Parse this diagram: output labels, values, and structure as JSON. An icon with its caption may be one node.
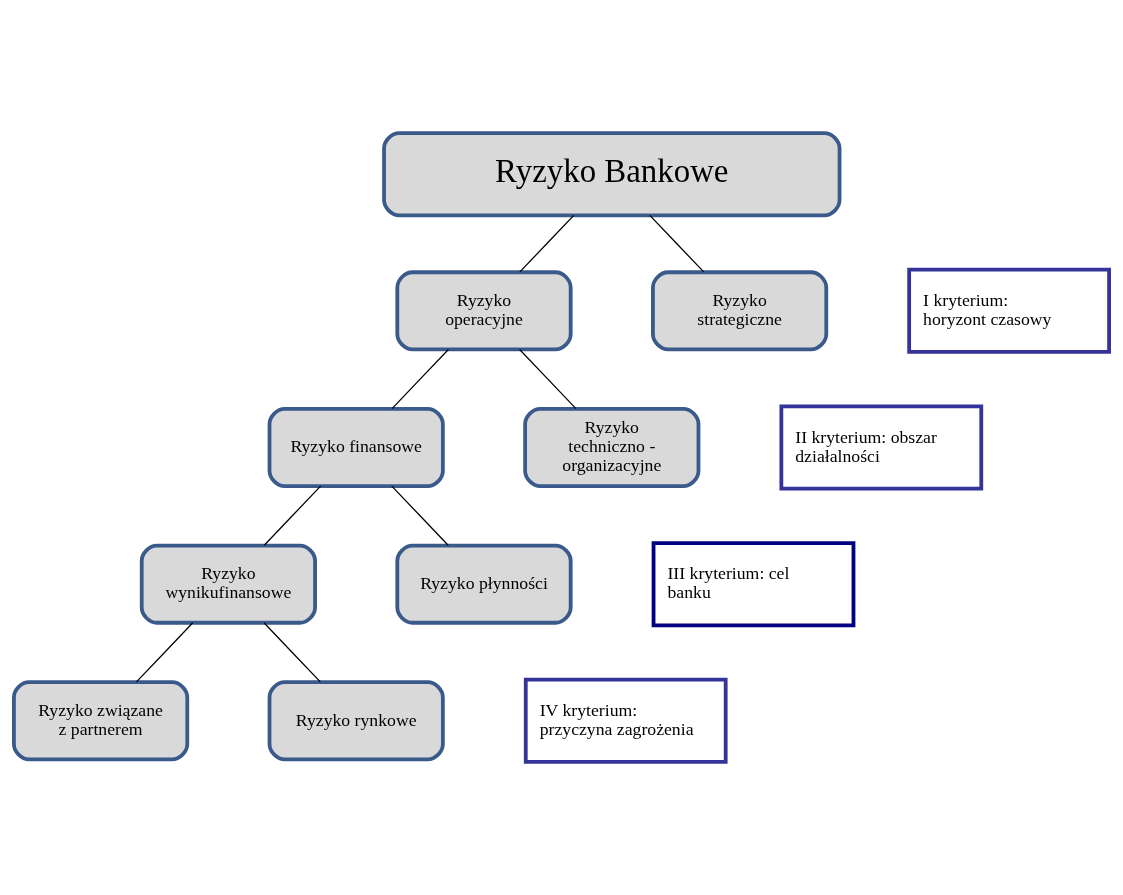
{
  "diagram": {
    "nodes": [
      {
        "text": [
          "Ryzyko Bankowe"
        ]
      },
      {
        "text": [
          "I kryterium: horyzont czasowy"
        ]
      },
      {
        "text": [
          "Ryzyko operacyjne"
        ]
      },
      {
        "text": [
          "Ryzyko strategiczne"
        ]
      },
      {
        "text": [
          "II kryterium: obszar działalności"
        ]
      },
      {
        "text": [
          "Ryzyko finansowe"
        ]
      },
      {
        "text": [
          "Ryzyko techniczno - organizacyjne"
        ]
      },
      {
        "text": [
          "III kryterium: cel banku"
        ]
      },
      {
        "text": [
          "Ryzyko wynikufinansowe"
        ]
      },
      {
        "text": [
          "Ryzyko płynności"
        ]
      },
      {
        "text": [
          "IV kryterium: przyczyna zagrożenia"
        ]
      },
      {
        "text": [
          "Ryzyko związane z partnerem"
        ]
      },
      {
        "text": [
          "Ryzyko rynkowe"
        ]
      }
    ],
    "edges": [
      {
        "from": 0,
        "to": 2,
        "arrow": "none"
      },
      {
        "from": 0,
        "to": 3,
        "arrow": "none"
      },
      {
        "from": 2,
        "to": 5,
        "arrow": "none"
      },
      {
        "from": 2,
        "to": 6,
        "arrow": "none"
      },
      {
        "from": 5,
        "to": 8,
        "arrow": "none"
      },
      {
        "from": 5,
        "to": 9,
        "arrow": "none"
      },
      {
        "from": 8,
        "to": 11,
        "arrow": "none"
      },
      {
        "from": 8,
        "to": 12,
        "arrow": "none"
      }
    ]
  }
}
